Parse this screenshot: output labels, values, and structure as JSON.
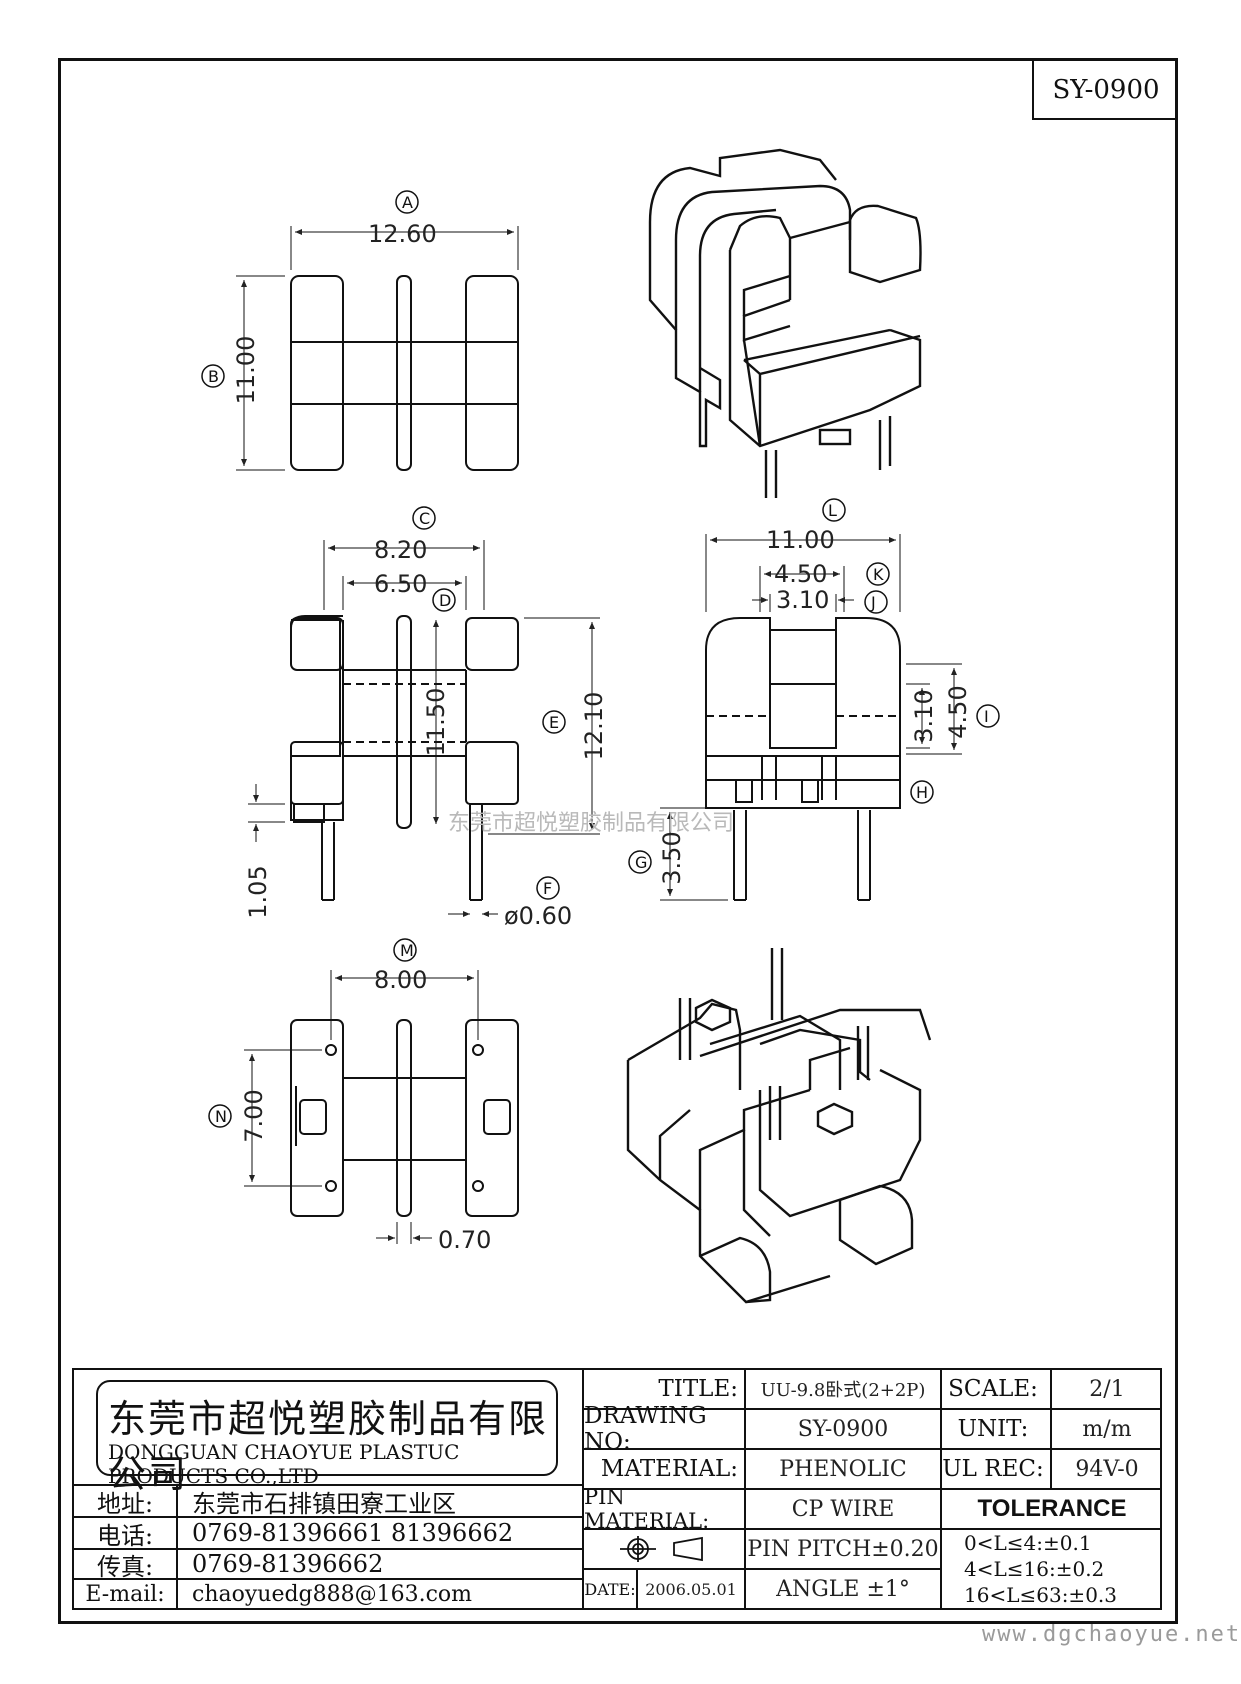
{
  "drawing_number": "SY-0900",
  "dimensions": {
    "A": {
      "label": "A",
      "value": "12.60"
    },
    "B": {
      "label": "B",
      "value": "11.00"
    },
    "C": {
      "label": "C",
      "value": "8.20"
    },
    "D": {
      "label": "D",
      "value": "6.50"
    },
    "D2": {
      "value": "11.50"
    },
    "E": {
      "label": "E",
      "value": "12.10"
    },
    "F": {
      "label": "F",
      "value": "ø0.60"
    },
    "G": {
      "label": "G",
      "value": "3.50"
    },
    "H": {
      "label": "H"
    },
    "I": {
      "label": "I",
      "value": "4.50"
    },
    "I2": {
      "value": "3.10"
    },
    "J": {
      "label": "J",
      "value": "3.10"
    },
    "K": {
      "label": "K",
      "value": "4.50"
    },
    "L": {
      "label": "L",
      "value": "11.00"
    },
    "M": {
      "label": "M",
      "value": "8.00"
    },
    "N": {
      "label": "N",
      "value": "7.00"
    },
    "P1": {
      "value": "1.05"
    },
    "P2": {
      "value": "0.70"
    }
  },
  "watermark": "东莞市超悦塑胶制品有限公司",
  "website": "www.dgchaoyue.net",
  "title_block": {
    "company_cn": "东莞市超悦塑胶制品有限公司",
    "company_en": "DONGGUAN CHAOYUE PLASTUC PRODUCTS CO.,LTD",
    "address_key": "地址:",
    "address": "东莞市石排镇田寮工业区",
    "phone_key": "电话:",
    "phone": "0769-81396661   81396662",
    "fax_key": "传真:",
    "fax": "0769-81396662",
    "email_key": "E-mail:",
    "email": "chaoyuedg888@163.com",
    "title_key": "TITLE:",
    "title": "UU-9.8卧式(2+2P)",
    "drawing_no_key": "DRAWING NO:",
    "drawing_no": "SY-0900",
    "material_key": "MATERIAL:",
    "material": "PHENOLIC",
    "pin_material_key": "PIN MATERIAL:",
    "pin_material": "CP WIRE",
    "pin_pitch": "PIN PITCH±0.20",
    "angle": "ANGLE  ±1°",
    "date_key": "DATE:",
    "date": "2006.05.01",
    "scale_key": "SCALE:",
    "scale": "2/1",
    "unit_key": "UNIT:",
    "unit": "m/m",
    "ul_key": "UL REC:",
    "ul": "94V-0",
    "tolerance_key": "TOLERANCE",
    "tolerances": [
      "0<L≤4:±0.1",
      "4<L≤16:±0.2",
      "16<L≤63:±0.3"
    ]
  }
}
